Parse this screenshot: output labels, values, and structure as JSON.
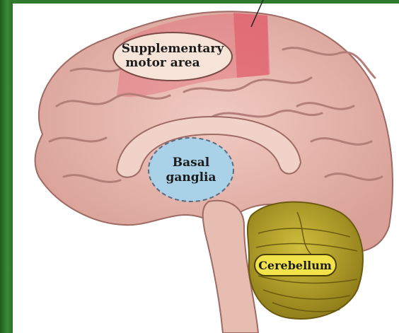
{
  "labels": {
    "supplementary_line1": "Supplementary",
    "supplementary_line2": "motor area",
    "basal_line1": "Basal",
    "basal_line2": "ganglia",
    "cerebellum": "Cerebellum"
  },
  "colors": {
    "frame_green": "#2f7a2b",
    "brain_tissue": "#e6b5ac",
    "sulcus": "#b37f78",
    "sma_highlight": "#e46b78",
    "basal_fill": "#a9d2e8",
    "cerebellum_fill": "#b39b24",
    "label_fill": "#f6e4d8"
  }
}
